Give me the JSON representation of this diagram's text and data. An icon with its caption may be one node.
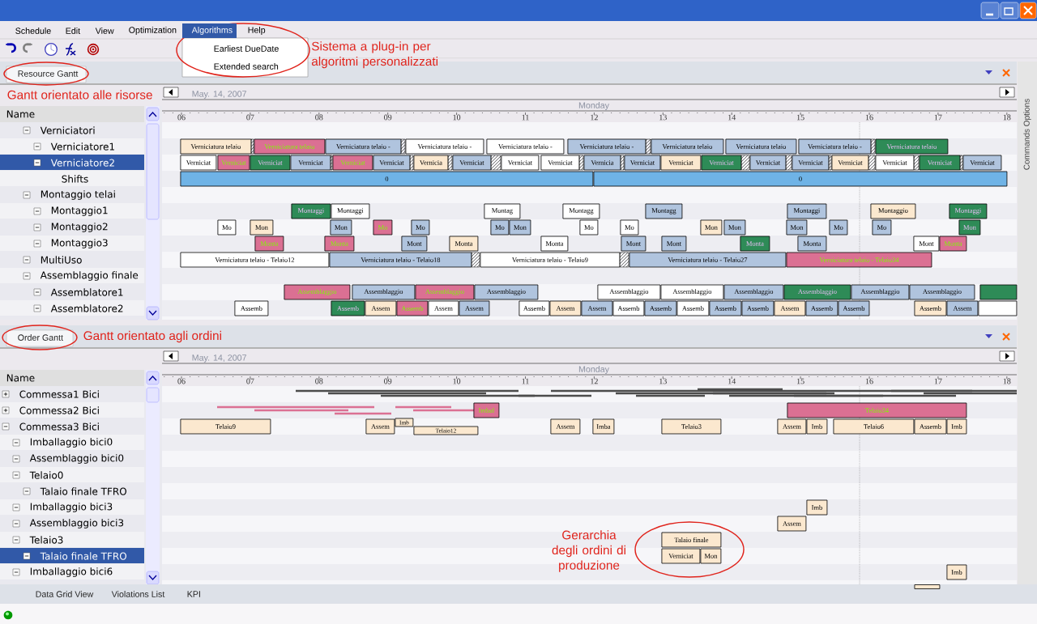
{
  "diagram": {
    "nodes": [
      {
        "text": [
          "Verniciatura telaio"
        ]
      },
      {
        "text": [
          "Verniciatura telaio"
        ]
      },
      {
        "text": [
          "Verniciatura telaio -"
        ]
      },
      {
        "text": [
          "Verniciatura telaio -"
        ]
      },
      {
        "text": [
          "Verniciatura telaio -"
        ]
      },
      {
        "text": [
          "Verniciatura telaio -"
        ]
      },
      {
        "text": [
          "Verniciatura telaio"
        ]
      },
      {
        "text": [
          "Verniciatura telaio"
        ]
      },
      {
        "text": [
          "Verniciatura telaio -"
        ]
      },
      {
        "text": [
          "Verniciatura telaio"
        ]
      },
      {
        "text": [
          "Verniciat"
        ]
      },
      {
        "text": [
          "Verniciat"
        ]
      },
      {
        "text": [
          "Verniciat"
        ]
      },
      {
        "text": [
          "Verniciat"
        ]
      },
      {
        "text": [
          "Verniciat"
        ]
      },
      {
        "text": [
          "Verniciat"
        ]
      },
      {
        "text": [
          "Vernicia"
        ]
      },
      {
        "text": [
          "Verniciat"
        ]
      },
      {
        "text": [
          "Verniciat"
        ]
      },
      {
        "text": [
          "Verniciat"
        ]
      },
      {
        "text": [
          "Vernicia"
        ]
      },
      {
        "text": [
          "Verniciat"
        ]
      },
      {
        "text": [
          "Verniciat"
        ]
      },
      {
        "text": [
          "Verniciat"
        ]
      },
      {
        "text": [
          "Verniciat"
        ]
      },
      {
        "text": [
          "Verniciat"
        ]
      },
      {
        "text": [
          "Verniciat"
        ]
      },
      {
        "text": [
          "Verniciat"
        ]
      },
      {
        "text": [
          "Verniciat"
        ]
      },
      {
        "text": [
          "Verniciat"
        ]
      },
      {
        "text": [
          "0"
        ]
      },
      {
        "text": [
          "0"
        ]
      },
      {
        "text": [
          "Montaggi"
        ]
      },
      {
        "text": [
          "Montaggi"
        ]
      },
      {
        "text": [
          "Montag"
        ]
      },
      {
        "text": [
          "Montagg"
        ]
      },
      {
        "text": [
          "Montagg"
        ]
      },
      {
        "text": [
          "Montaggi"
        ]
      },
      {
        "text": [
          "Montaggio"
        ]
      },
      {
        "text": [
          "Montaggi"
        ]
      },
      {
        "text": [
          "Mo"
        ]
      },
      {
        "text": [
          "Mon"
        ]
      },
      {
        "text": [
          "Mon"
        ]
      },
      {
        "text": [
          "Mo"
        ]
      },
      {
        "text": [
          "Mo"
        ]
      },
      {
        "text": [
          "Mo"
        ]
      },
      {
        "text": [
          "Mon"
        ]
      },
      {
        "text": [
          "Mo"
        ]
      },
      {
        "text": [
          "Mo"
        ]
      },
      {
        "text": [
          "Mon"
        ]
      },
      {
        "text": [
          "Mon"
        ]
      },
      {
        "text": [
          "Mon"
        ]
      },
      {
        "text": [
          "Mo"
        ]
      },
      {
        "text": [
          "Mo"
        ]
      },
      {
        "text": [
          "Mon"
        ]
      },
      {
        "text": [
          "Monta"
        ]
      },
      {
        "text": [
          "Monta"
        ]
      },
      {
        "text": [
          "Mont"
        ]
      },
      {
        "text": [
          "Monta"
        ]
      },
      {
        "text": [
          "Monta"
        ]
      },
      {
        "text": [
          "Mont"
        ]
      },
      {
        "text": [
          "Mont"
        ]
      },
      {
        "text": [
          "Monta"
        ]
      },
      {
        "text": [
          "Monta"
        ]
      },
      {
        "text": [
          "Mont"
        ]
      },
      {
        "text": [
          "Monta"
        ]
      },
      {
        "text": [
          "Verniciatura telaio - Telaio12"
        ]
      },
      {
        "text": [
          "Verniciatura telaio - Telaio18"
        ]
      },
      {
        "text": [
          "Verniciatura telaio - Telaio9"
        ]
      },
      {
        "text": [
          "Verniciatura telaio - Telaio27"
        ]
      },
      {
        "text": [
          "Verniciatura telaio - Telaio34"
        ]
      },
      {
        "text": [
          "Assemblaggio"
        ]
      },
      {
        "text": [
          "Assemblaggio"
        ]
      },
      {
        "text": [
          "Assemblaggio"
        ]
      },
      {
        "text": [
          "Assemblaggio"
        ]
      },
      {
        "text": [
          "Assemblaggio"
        ]
      },
      {
        "text": [
          "Assemblaggio"
        ]
      },
      {
        "text": [
          "Assemblaggio"
        ]
      },
      {
        "text": [
          "Assemblaggio"
        ]
      },
      {
        "text": [
          "Assemblaggio"
        ]
      },
      {
        "text": [
          "Assemblaggio"
        ]
      },
      {
        "text": [],
        "shape": "bar"
      },
      {
        "text": [
          "Assemb"
        ]
      },
      {
        "text": [
          "Assemb"
        ]
      },
      {
        "text": [
          "Assem"
        ]
      },
      {
        "text": [
          "Assemb"
        ]
      },
      {
        "text": [
          "Assem"
        ]
      },
      {
        "text": [
          "Assem"
        ]
      },
      {
        "text": [
          "Assemb"
        ]
      },
      {
        "text": [
          "Assem"
        ]
      },
      {
        "text": [
          "Assem"
        ]
      },
      {
        "text": [
          "Assemb"
        ]
      },
      {
        "text": [
          "Assemb"
        ]
      },
      {
        "text": [
          "Assemb"
        ]
      },
      {
        "text": [
          "Assemb"
        ]
      },
      {
        "text": [
          "Assemb"
        ]
      },
      {
        "text": [
          "Assem"
        ]
      },
      {
        "text": [
          "Assemb"
        ]
      },
      {
        "text": [
          "Assemb"
        ]
      },
      {
        "text": [
          "Assemb"
        ]
      },
      {
        "text": [
          "Assem"
        ]
      },
      {
        "text": [],
        "shape": "bar"
      },
      {
        "text": [
          "Imbal"
        ]
      },
      {
        "text": [
          "Telaio34"
        ]
      },
      {
        "text": [
          "Telaio9"
        ]
      },
      {
        "text": [
          "Assem"
        ]
      },
      {
        "text": [
          "Imb"
        ]
      },
      {
        "text": [
          "Telaio12"
        ]
      },
      {
        "text": [
          "Assem"
        ]
      },
      {
        "text": [
          "Imba"
        ]
      },
      {
        "text": [
          "Telaio3"
        ]
      },
      {
        "text": [
          "Assem"
        ]
      },
      {
        "text": [
          "Imb"
        ]
      },
      {
        "text": [
          "Telaio6"
        ]
      },
      {
        "text": [
          "Assemb"
        ]
      },
      {
        "text": [
          "Imb"
        ]
      },
      {
        "text": [
          "Imb"
        ]
      },
      {
        "text": [
          "Assem"
        ]
      },
      {
        "text": [
          "Talaio finale"
        ]
      },
      {
        "text": [
          "Verniciat"
        ]
      },
      {
        "text": [
          "Mon"
        ]
      },
      {
        "text": [
          "Imb"
        ]
      },
      {
        "text": [],
        "shape": "bar"
      }
    ],
    "labels": [
      "Schedule",
      "Edit",
      "View",
      "Optimization",
      "Algorithms",
      "Help",
      "Earliest DueDate",
      "Extended search",
      "Sistema a plug-in per algoritmi personalizzati",
      "Resource Gantt",
      "Gantt orientato alle risorse",
      "May. 14, 2007",
      "Commands Options",
      "Monday",
      "Name",
      "06",
      "07",
      "08",
      "09",
      "10",
      "11",
      "12",
      "13",
      "14",
      "15",
      "16",
      "17",
      "18",
      "Verniciatori",
      "Verniciatore1",
      "Verniciatore2",
      "Shifts",
      "Montaggio telai",
      "Montaggio1",
      "Montaggio2",
      "Montaggio3",
      "MultiUso",
      "Assemblaggio finale",
      "Assemblatore1",
      "Assemblatore2",
      "Order Gantt",
      "Gantt orientato agli ordini",
      "May. 14, 2007",
      "Monday",
      "Name",
      "06",
      "07",
      "08",
      "09",
      "10",
      "11",
      "12",
      "13",
      "14",
      "15",
      "16",
      "17",
      "18",
      "Commessa1 Bici",
      "Commessa2 Bici",
      "Commessa3 Bici",
      "Imballaggio bici0",
      "Assemblaggio bici0",
      "Telaio0",
      "Talaio finale TFRO",
      "Imballaggio bici3",
      "Assemblaggio bici3",
      "Telaio3",
      "Talaio finale TFRO",
      "Imballaggio bici6",
      "Gerarchia degli ordini di produzione",
      "Data Grid View",
      "Violations List",
      "KPI"
    ]
  }
}
